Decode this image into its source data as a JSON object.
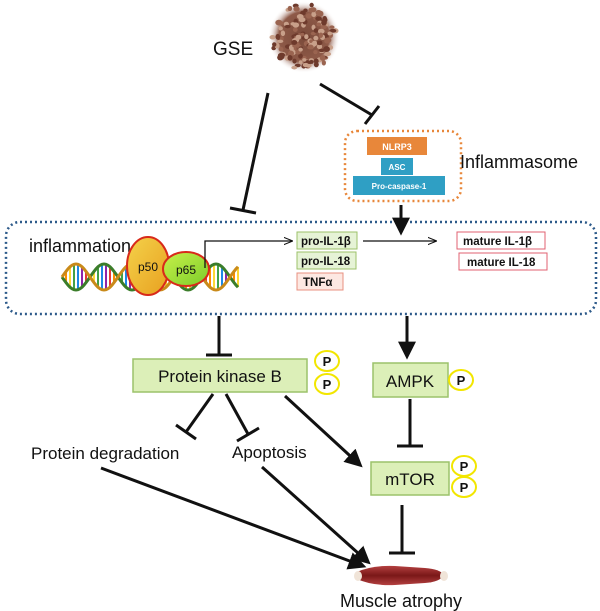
{
  "labels": {
    "source": "GSE",
    "inflammasome": "Inflammasome",
    "inflammation": "inflammation",
    "muscle_atrophy": "Muscle atrophy",
    "protein_degradation": "Protein degradation",
    "apoptosis": "Apoptosis"
  },
  "inflammasome_parts": {
    "top": "NLRP3",
    "middle": "ASC",
    "bottom": "Pro-caspase-1"
  },
  "nfkb_subunits": {
    "a": "p50",
    "b": "p65"
  },
  "cytokines_pro": [
    "pro-IL-1β",
    "pro-IL-18",
    "TNFα"
  ],
  "cytokines_mature": [
    "mature IL-1β",
    "mature IL-18"
  ],
  "nodes": {
    "akt": "Protein kinase B",
    "ampk": "AMPK",
    "mtor": "mTOR"
  },
  "phospho_label": "P",
  "colors": {
    "node_fill": "#dcefb8",
    "node_border": "#9cc26a",
    "inflammasome_orange": "#e8873a",
    "inflammasome_blue": "#2f9fc4",
    "dotted_box": "#2d5a8a",
    "phospho_ring": "#f2e600",
    "muscle": "#8a2020"
  }
}
